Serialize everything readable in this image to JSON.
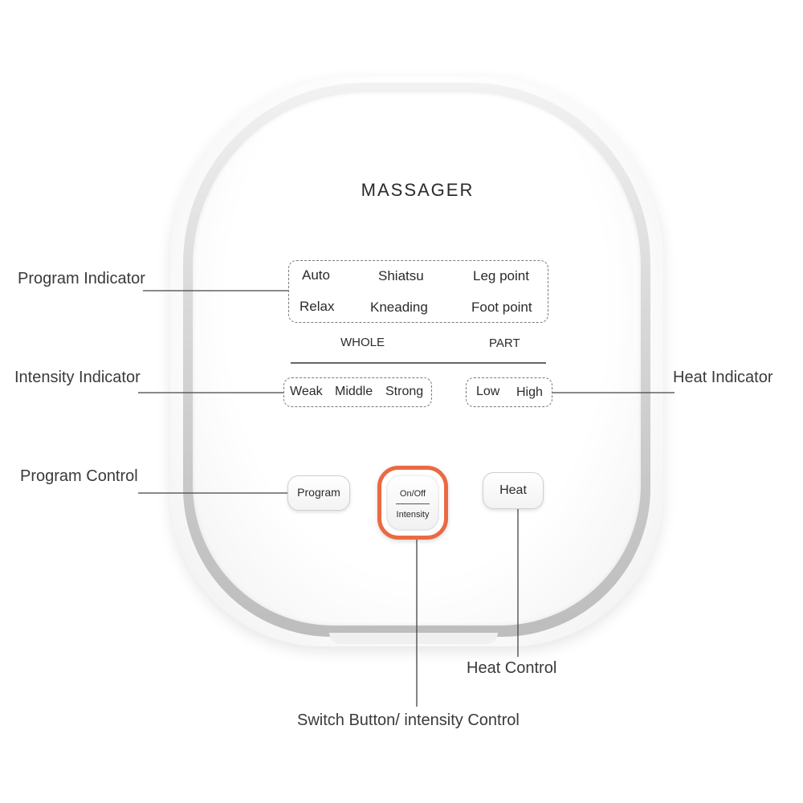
{
  "device": {
    "title": "MASSAGER",
    "programs": {
      "row1": [
        "Auto",
        "Shiatsu",
        "Leg point"
      ],
      "row2": [
        "Relax",
        "Kneading",
        "Foot point"
      ]
    },
    "section_left": "WHOLE",
    "section_right": "PART",
    "intensity_levels": [
      "Weak",
      "Middle",
      "Strong"
    ],
    "heat_levels": [
      "Low",
      "High"
    ],
    "buttons": {
      "program": "Program",
      "power_top": "On/Off",
      "power_bottom": "Intensity",
      "heat": "Heat"
    },
    "accent_color": "#ea6a44"
  },
  "callouts": {
    "program_indicator": "Program Indicator",
    "intensity_indicator": "Intensity Indicator",
    "heat_indicator": "Heat Indicator",
    "program_control": "Program Control",
    "heat_control": "Heat Control",
    "switch_control": "Switch Button/ intensity Control"
  }
}
